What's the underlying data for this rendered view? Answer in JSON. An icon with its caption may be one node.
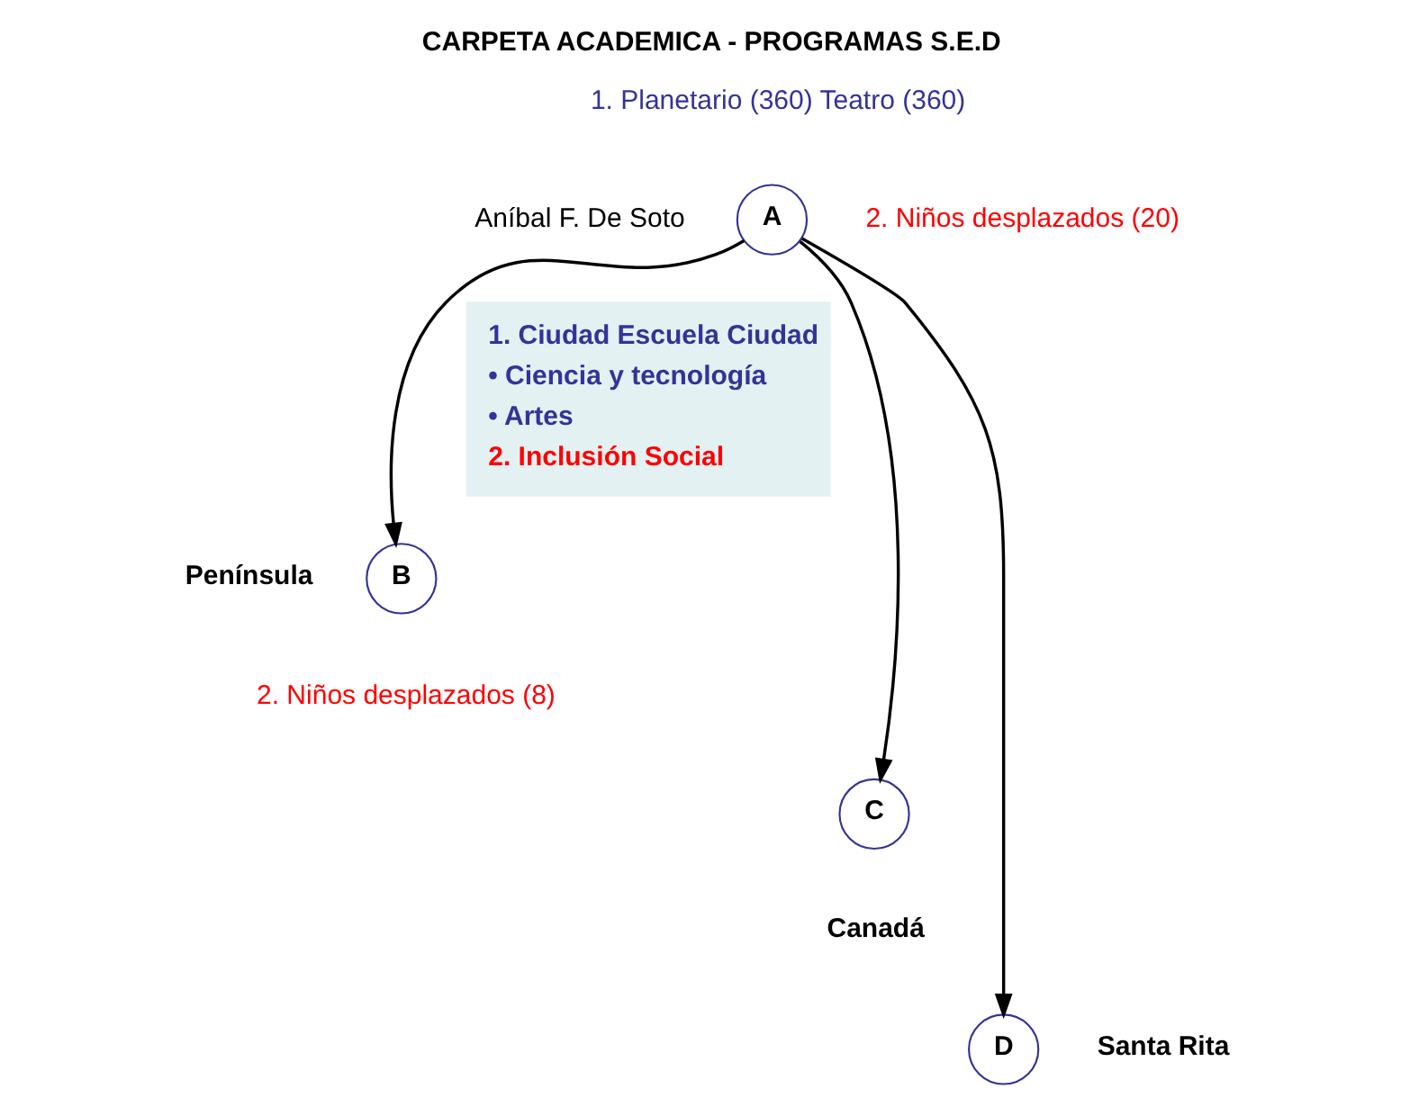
{
  "diagram": {
    "title": "CARPETA ACADEMICA - PROGRAMAS S.E.D",
    "nodes": [
      {
        "text": [
          "A"
        ],
        "beside": [
          "1. Planetario (360) Teatro (360)",
          "Aníbal F. De Soto",
          "2. Niños desplazados (20)"
        ]
      },
      {
        "text": [
          "B"
        ],
        "beside": [
          "Península",
          "2. Niños desplazados (8)"
        ]
      },
      {
        "text": [
          "1. Ciudad Escuela Ciudad",
          "• Ciencia y tecnología",
          "• Artes",
          "2. Inclusión Social"
        ]
      },
      {
        "text": [
          "C"
        ],
        "beside": [
          "Canadá"
        ]
      },
      {
        "text": [
          "D"
        ],
        "beside": [
          "Santa Rita"
        ]
      }
    ],
    "edges": [
      {
        "from": 0,
        "to": 1,
        "arrow": "to"
      },
      {
        "from": 0,
        "to": 3,
        "arrow": "to"
      },
      {
        "from": 0,
        "to": 4,
        "arrow": "to"
      }
    ]
  }
}
